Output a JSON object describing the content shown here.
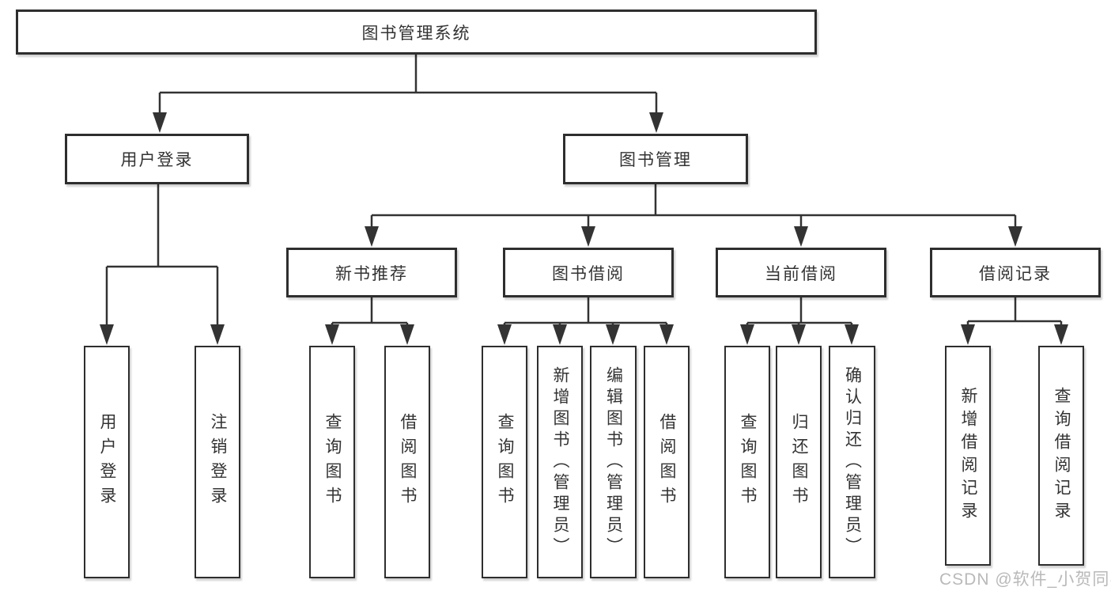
{
  "diagram": {
    "type": "hierarchy-chart",
    "title": "图书管理系统",
    "background_color": "#ffffff",
    "line_color": "#333333",
    "text_color": "#333333",
    "watermark": {
      "text": "CSDN @软件_小贺同学",
      "color": "#b9b9b9"
    }
  },
  "nodes": {
    "root": {
      "label": "图书管理系统"
    },
    "user_login": {
      "label": "用户登录"
    },
    "book_mgmt": {
      "label": "图书管理"
    },
    "new_book_rec": {
      "label": "新书推荐"
    },
    "book_borrow": {
      "label": "图书借阅"
    },
    "current_borrow": {
      "label": "当前借阅"
    },
    "borrow_records": {
      "label": "借阅记录"
    },
    "leaf_user_login": {
      "label": "用户登录"
    },
    "leaf_logout": {
      "label": "注销登录"
    },
    "leaf_nb_query": {
      "label": "查询图书"
    },
    "leaf_nb_borrow": {
      "label": "借阅图书"
    },
    "leaf_bb_query": {
      "label": "查询图书"
    },
    "leaf_bb_add": {
      "label": "新增图书（管理员）"
    },
    "leaf_bb_edit": {
      "label": "编辑图书（管理员）"
    },
    "leaf_bb_borrow": {
      "label": "借阅图书"
    },
    "leaf_cb_query": {
      "label": "查询图书"
    },
    "leaf_cb_return": {
      "label": "归还图书"
    },
    "leaf_cb_confirm": {
      "label": "确认归还（管理员）"
    },
    "leaf_br_add": {
      "label": "新增借阅记录"
    },
    "leaf_br_query": {
      "label": "查询借阅记录"
    }
  },
  "edges": [
    [
      "图书管理系统",
      "用户登录"
    ],
    [
      "图书管理系统",
      "图书管理"
    ],
    [
      "用户登录",
      "用户登录"
    ],
    [
      "用户登录",
      "注销登录"
    ],
    [
      "图书管理",
      "新书推荐"
    ],
    [
      "图书管理",
      "图书借阅"
    ],
    [
      "图书管理",
      "当前借阅"
    ],
    [
      "图书管理",
      "借阅记录"
    ],
    [
      "新书推荐",
      "查询图书"
    ],
    [
      "新书推荐",
      "借阅图书"
    ],
    [
      "图书借阅",
      "查询图书"
    ],
    [
      "图书借阅",
      "新增图书（管理员）"
    ],
    [
      "图书借阅",
      "编辑图书（管理员）"
    ],
    [
      "图书借阅",
      "借阅图书"
    ],
    [
      "当前借阅",
      "查询图书"
    ],
    [
      "当前借阅",
      "归还图书"
    ],
    [
      "当前借阅",
      "确认归还（管理员）"
    ],
    [
      "借阅记录",
      "新增借阅记录"
    ],
    [
      "借阅记录",
      "查询借阅记录"
    ]
  ]
}
